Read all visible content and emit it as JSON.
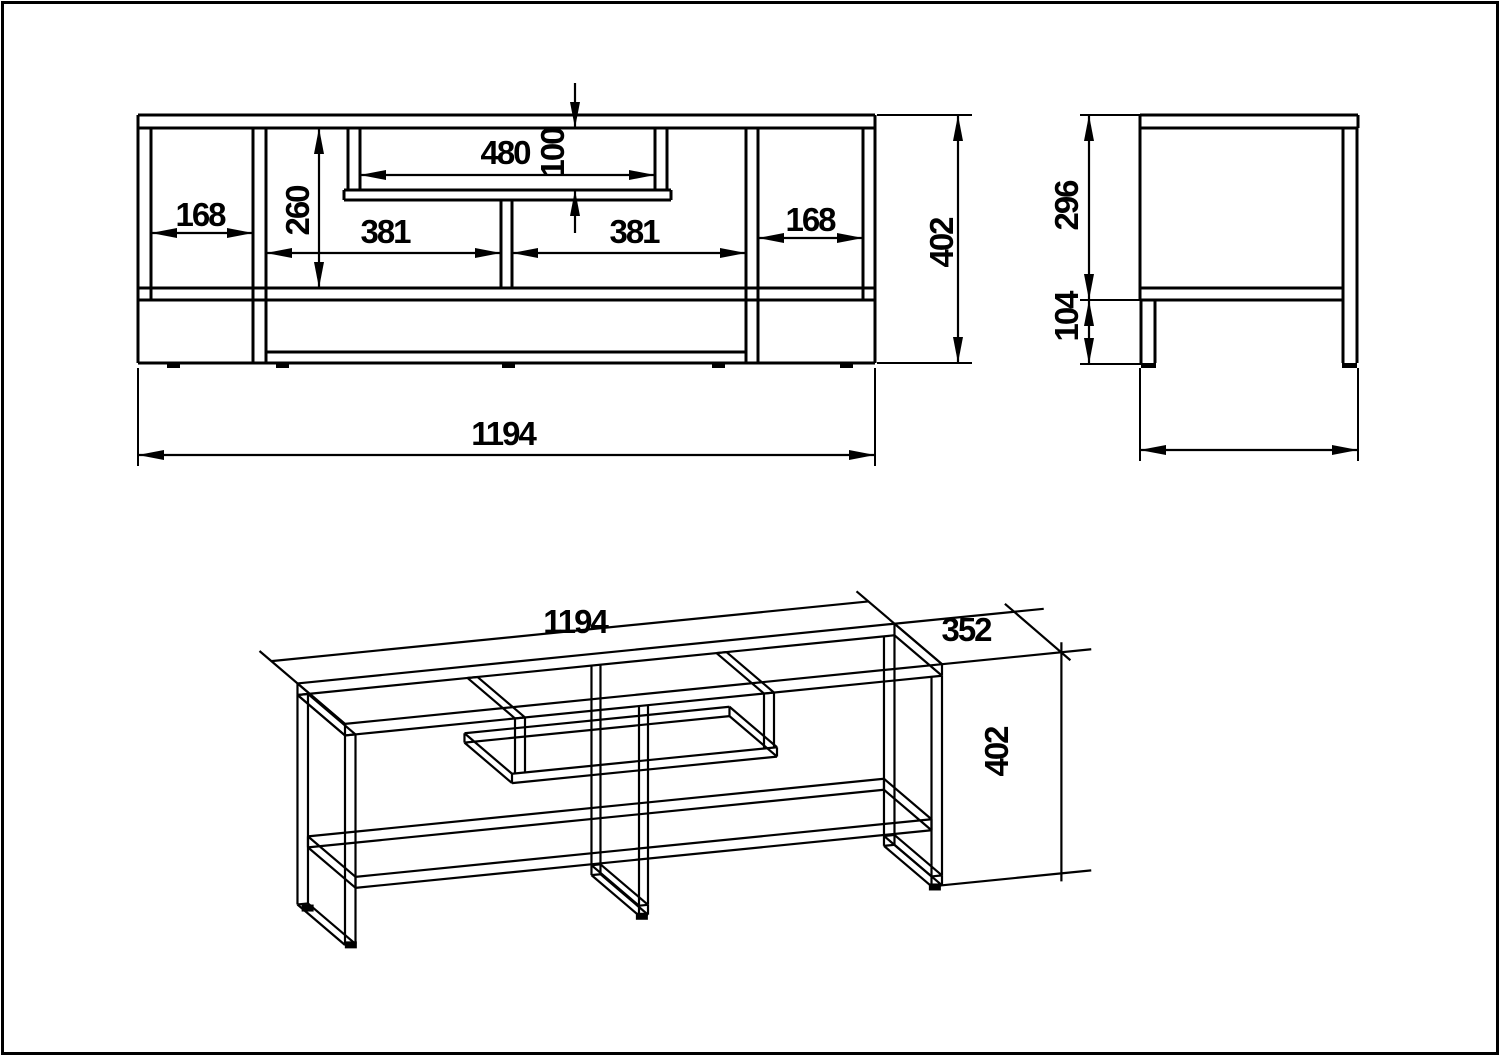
{
  "drawing": {
    "title": "tv-stand-dimension-drawing",
    "front_view": {
      "overall_width": "1194",
      "overall_height": "402",
      "niche_width": "480",
      "niche_height": "100",
      "left_compartment_width": "168",
      "right_compartment_width": "168",
      "middle_opening_height": "260",
      "left_opening_width": "381",
      "right_opening_width": "381"
    },
    "side_view": {
      "carcass_height": "296",
      "leg_height": "104"
    },
    "isometric_view": {
      "length": "1194",
      "depth": "352",
      "height": "402"
    }
  },
  "colors": {
    "line": "#000000",
    "background": "#ffffff"
  }
}
